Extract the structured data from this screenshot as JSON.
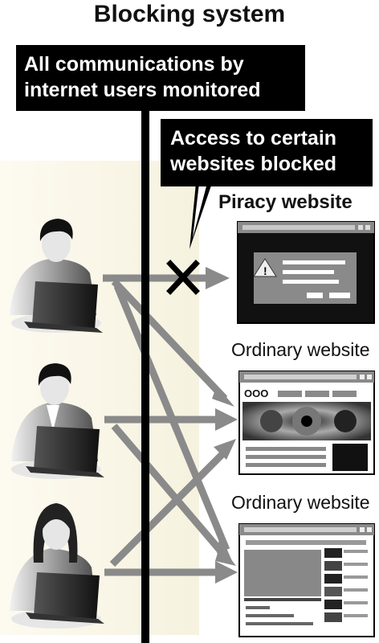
{
  "title": "Blocking system",
  "monitor_text": [
    "All communications by",
    "internet users monitored"
  ],
  "blocked_text": [
    "Access to certain",
    "websites blocked"
  ],
  "site_labels": {
    "piracy": "Piracy website",
    "ordinary_1": "Ordinary website",
    "ordinary_2": "Ordinary website"
  },
  "ordinary_1_logo": "OOO",
  "colors": {
    "arrow": "#8a8a8a",
    "block_bar": "#000000",
    "panel_bg": "#fbf8ec"
  },
  "icons": [
    "user-icon",
    "laptop-icon",
    "warning-icon",
    "cross-icon"
  ]
}
